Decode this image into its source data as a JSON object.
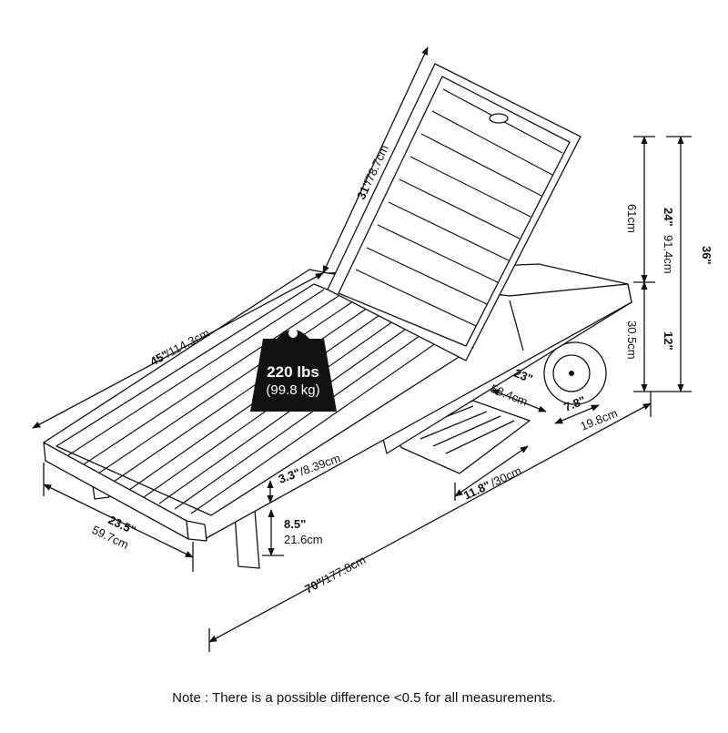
{
  "weight": {
    "lbs": "220 lbs",
    "kg": "(99.8 kg)"
  },
  "dimensions": {
    "back_length": {
      "inch": "31\"",
      "cm": "/78.7cm"
    },
    "seat_length": {
      "inch": "45\"",
      "cm": "/114.3cm"
    },
    "back_height": {
      "inch": "24\"",
      "cm": "61cm"
    },
    "total_height": {
      "inch": "36\"",
      "cm": "91.4cm"
    },
    "seat_height": {
      "inch": "12\"",
      "cm": "30.5cm"
    },
    "tray_length": {
      "inch": "23\"",
      "cm": "58.4cm"
    },
    "wheel": {
      "inch": "7.8\"",
      "cm": "19.8cm"
    },
    "arm_height": {
      "inch": "3.3\"",
      "cm": "/8.39cm"
    },
    "tray_width": {
      "inch": "11.8\"",
      "cm": "/30cm"
    },
    "width": {
      "inch": "23.5\"",
      "cm": "59.7cm"
    },
    "leg_height": {
      "inch": "8.5\"",
      "cm": "21.6cm"
    },
    "total_length": {
      "inch": "70\"",
      "cm": "/177.8cm"
    }
  },
  "note": "Note : There is a possible difference <0.5 for all measurements."
}
